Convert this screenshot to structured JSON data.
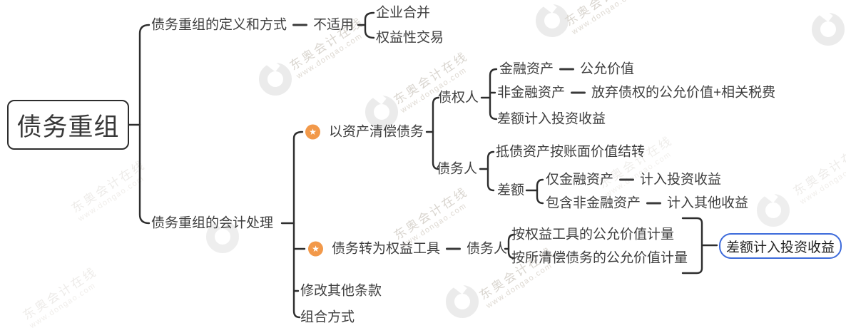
{
  "root": {
    "label": "债务重组"
  },
  "branch_definition": {
    "label": "债务重组的定义和方式",
    "not_applicable": {
      "label": "不适用",
      "children": {
        "merger": "企业合并",
        "equity_transaction": "权益性交易"
      }
    }
  },
  "branch_accounting": {
    "label": "债务重组的会计处理",
    "asset_settlement": {
      "label": "以资产清偿债务",
      "creditor": {
        "label": "债权人",
        "financial": {
          "left": "金融资产",
          "right": "公允价值"
        },
        "non_financial": {
          "left": "非金融资产",
          "right": "放弃债权的公允价值+相关税费"
        },
        "difference": "差额计入投资收益"
      },
      "debtor": {
        "label": "债务人",
        "carryover": "抵债资产按账面价值结转",
        "difference": {
          "label": "差额",
          "financial_only": {
            "left": "仅金融资产",
            "right": "计入投资收益"
          },
          "with_non_financial": {
            "left": "包含非金融资产",
            "right": "计入其他收益"
          }
        }
      }
    },
    "debt_to_equity": {
      "label": "债务转为权益工具",
      "debtor": "债务人",
      "measure_by_equity": "按权益工具的公允价值计量",
      "measure_by_debt": "按所清偿债务的公允价值计量",
      "result": "差额计入投资收益"
    },
    "modify_terms": {
      "label": "修改其他条款"
    },
    "combination": {
      "label": "组合方式"
    }
  },
  "icons": {
    "star": "★"
  },
  "watermark": {
    "line1": "东奥会计在线",
    "line2": "www.dongao.com"
  },
  "colors": {
    "line": "#2d2d2d",
    "text": "#3e3e3e",
    "star_badge": "#F2994A",
    "highlight_border": "#3D6BDB",
    "watermark": "#d9d5cf"
  }
}
